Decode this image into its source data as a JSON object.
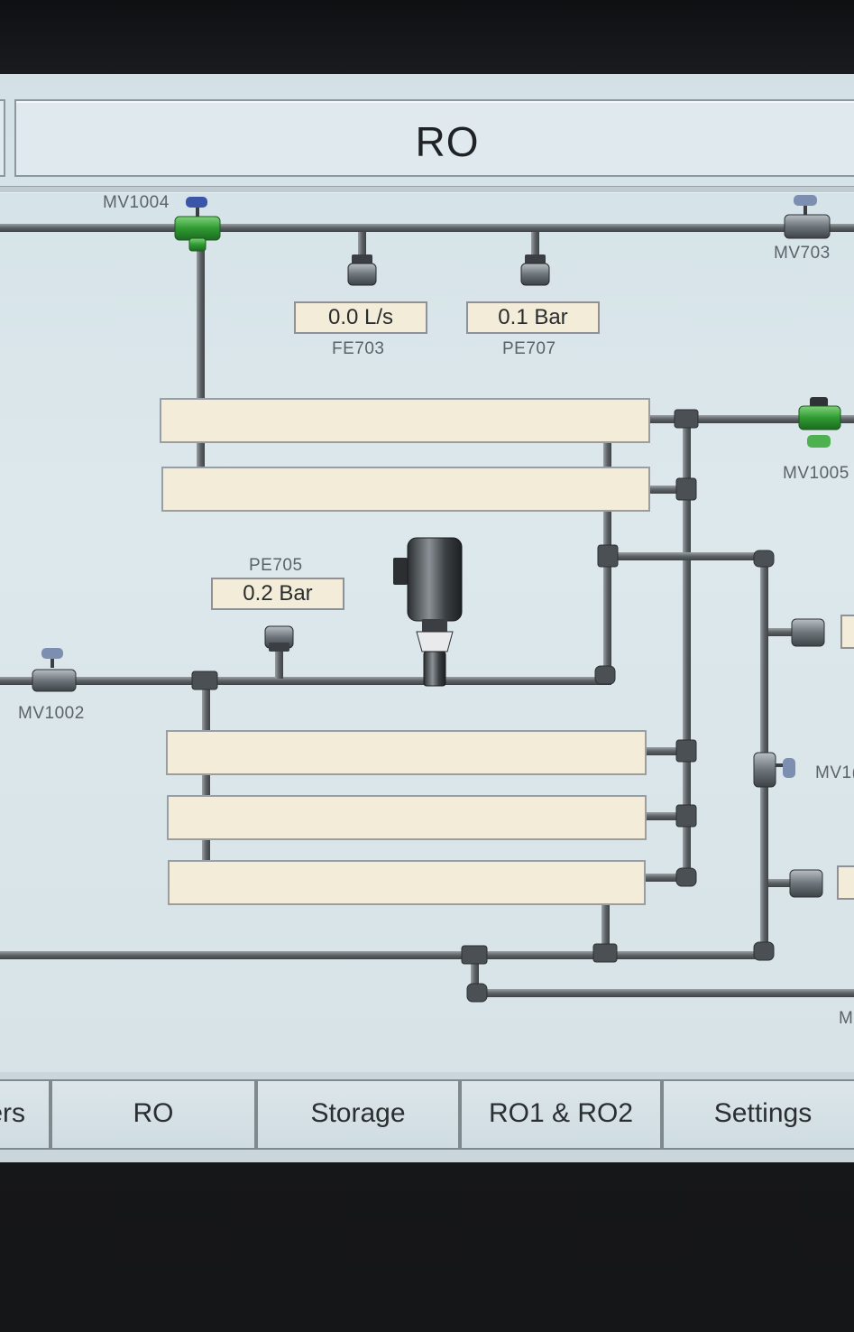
{
  "screen": {
    "title": "RO"
  },
  "valves": {
    "mv1004": "MV1004",
    "mv703": "MV703",
    "mv1005": "MV1005",
    "mv1002": "MV1002",
    "mv10_partial": "MV1(",
    "mv_partial_bottom": "M'"
  },
  "sensors": {
    "fe703": {
      "label": "FE703",
      "value": "0.0 L/s"
    },
    "pe707": {
      "label": "PE707",
      "value": "0.1 Bar"
    },
    "pe705": {
      "label": "PE705",
      "value": "0.2 Bar"
    }
  },
  "nav": {
    "tabs": [
      "ers",
      "RO",
      "Storage",
      "RO1 & RO2",
      "Settings"
    ]
  },
  "colors": {
    "screen_bg": "#d6e2e6",
    "pipe": "#6a6f73",
    "membrane": "#f3ecd8",
    "valve_open": "#3aa53a",
    "valve_closed": "#7d868c",
    "actuator": "#3b55a8"
  }
}
